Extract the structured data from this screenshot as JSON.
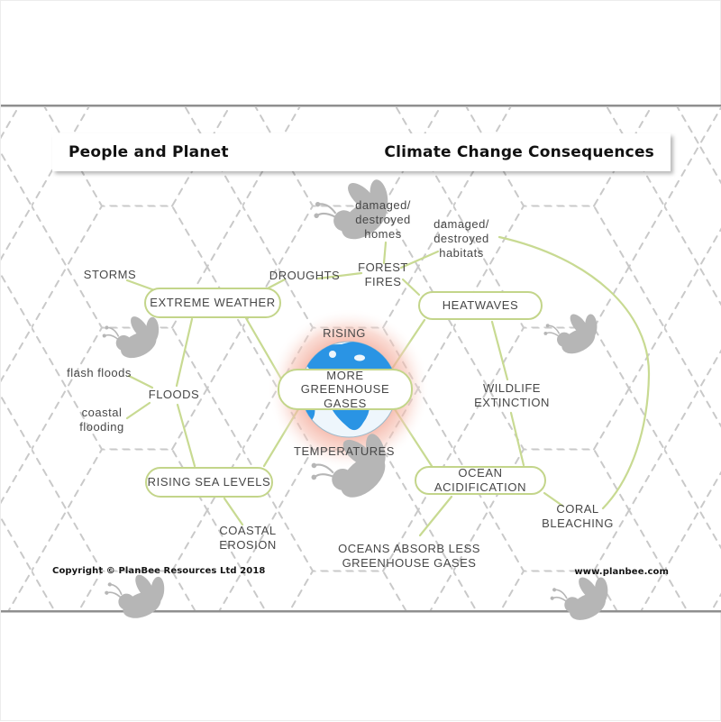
{
  "header": {
    "left_title": "People and Planet",
    "right_title": "Climate Change Consequences"
  },
  "footer": {
    "copyright": "Copyright © PlanBee Resources Ltd 2018",
    "website": "www.planbee.com"
  },
  "mindmap": {
    "center": {
      "box_label": "MORE GREENHOUSE GASES",
      "word_above": "RISING",
      "word_below": "TEMPERATURES"
    },
    "boxes": [
      {
        "id": "extreme-weather",
        "label": "EXTREME WEATHER"
      },
      {
        "id": "heatwaves",
        "label": "HEATWAVES"
      },
      {
        "id": "rising-sea-levels",
        "label": "RISING SEA LEVELS"
      },
      {
        "id": "ocean-acidification",
        "label": "OCEAN ACIDIFICATION"
      }
    ],
    "labels": [
      {
        "id": "storms",
        "text": "STORMS"
      },
      {
        "id": "droughts",
        "text": "DROUGHTS"
      },
      {
        "id": "forest-fires",
        "text": "FOREST\nFIRES"
      },
      {
        "id": "damaged-homes",
        "text": "damaged/\ndestroyed\nhomes"
      },
      {
        "id": "damaged-habitats",
        "text": "damaged/\ndestroyed\nhabitats"
      },
      {
        "id": "flash-floods",
        "text": "flash floods"
      },
      {
        "id": "floods",
        "text": "FLOODS"
      },
      {
        "id": "coastal-flooding",
        "text": "coastal\nflooding"
      },
      {
        "id": "wildlife-extinction",
        "text": "WILDLIFE\nEXTINCTION"
      },
      {
        "id": "coral-bleaching",
        "text": "CORAL\nBLEACHING"
      },
      {
        "id": "coastal-erosion",
        "text": "COASTAL\nEROSION"
      },
      {
        "id": "oceans-absorb",
        "text": "OCEANS ABSORB LESS\nGREENHOUSE GASES"
      }
    ]
  },
  "colors": {
    "connector_green": "#c8da92",
    "box_border_green": "#c3d58a",
    "hex_pattern_gray": "#c9c9c9",
    "bee_gray": "#b6b6b6",
    "glow_salmon": "#ee826b",
    "globe_blue": "#2a94e4",
    "text_gray": "#474747",
    "page_edge_gray": "#8f8f8f"
  }
}
